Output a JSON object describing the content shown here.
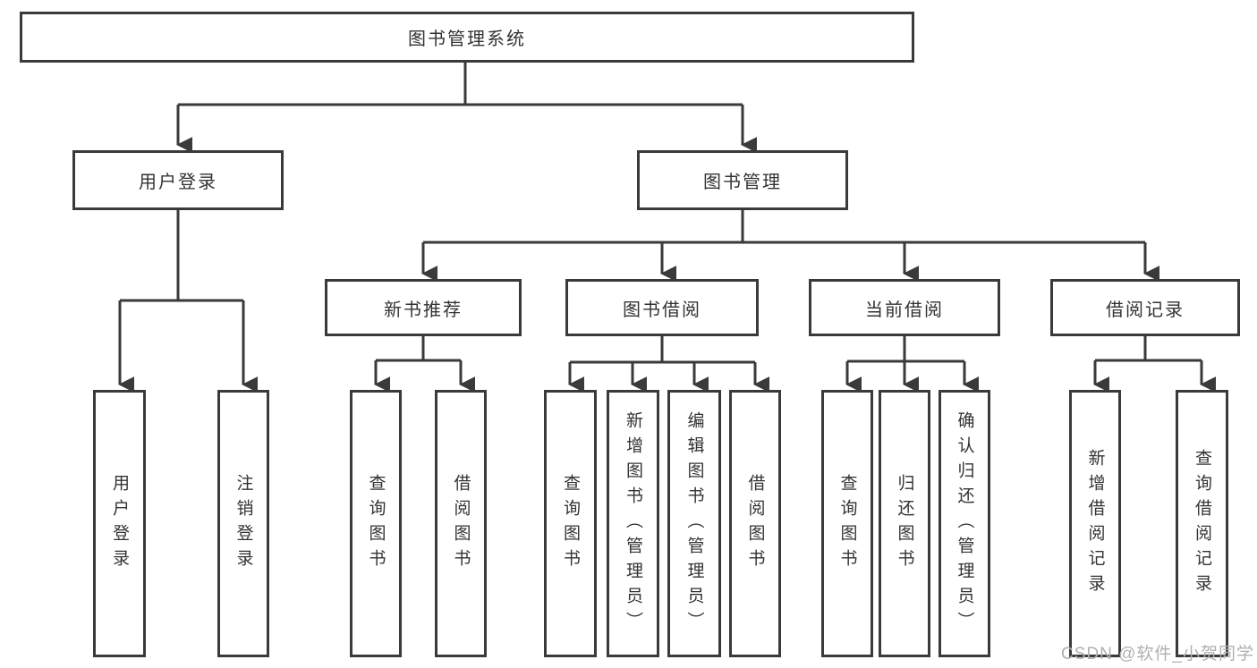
{
  "colors": {
    "line": "#3a3a3a",
    "text": "#333333",
    "box_background": "#ffffff",
    "watermark": "#b0b0b0"
  },
  "watermark": "CSDN @软件_小贺同学",
  "tree": {
    "root": "图书管理系统",
    "children": [
      {
        "label": "用户登录",
        "children": [
          "用户登录",
          "注销登录"
        ]
      },
      {
        "label": "图书管理",
        "children": [
          {
            "label": "新书推荐",
            "children": [
              "查询图书",
              "借阅图书"
            ]
          },
          {
            "label": "图书借阅",
            "children": [
              "查询图书",
              "新增图书（管理员）",
              "编辑图书（管理员）",
              "借阅图书"
            ]
          },
          {
            "label": "当前借阅",
            "children": [
              "查询图书",
              "归还图书",
              "确认归还（管理员）"
            ]
          },
          {
            "label": "借阅记录",
            "children": [
              "新增借阅记录",
              "查询借阅记录"
            ]
          }
        ]
      }
    ]
  }
}
